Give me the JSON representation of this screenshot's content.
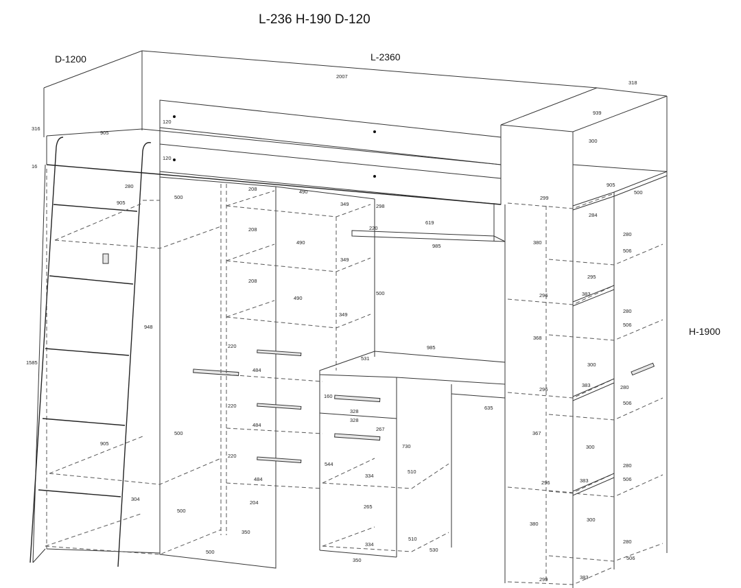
{
  "header": {
    "title": "L-236 H-190 D-120",
    "depth_label": "D-1200",
    "length_label": "L-2360",
    "height_label": "H-1900"
  },
  "dimensions": {
    "d2007": "2007",
    "d318": "318",
    "d939": "939",
    "d316": "316",
    "d16": "16",
    "d905a": "905",
    "d120a": "120",
    "d120b": "120",
    "d300top": "300",
    "d280a": "280",
    "d905b": "905",
    "d500a": "500",
    "d208a": "208",
    "d490a": "490",
    "d349a": "349",
    "d298": "298",
    "d208b": "208",
    "d220a": "220",
    "d619": "619",
    "d985a": "985",
    "d299a": "299",
    "d905c": "905",
    "d500b": "500",
    "d284": "284",
    "d490b": "490",
    "d349b": "349",
    "d380a": "380",
    "d280b": "280",
    "d506a": "506",
    "d208c": "208",
    "d295": "295",
    "d490c": "490",
    "d500c": "500",
    "d296a": "296",
    "d383a": "383",
    "d349c": "349",
    "d280c": "280",
    "d948": "948",
    "d506b": "506",
    "d368": "368",
    "d220b": "220",
    "d985b": "985",
    "d531": "531",
    "d1585": "1585",
    "d484a": "484",
    "d300mid": "300",
    "d296b": "296",
    "d383b": "383",
    "d280d": "280",
    "d160": "160",
    "d506c": "506",
    "d220c": "220",
    "d328a": "328",
    "d635": "635",
    "d328b": "328",
    "d484b": "484",
    "d267": "267",
    "d367": "367",
    "d500d": "500",
    "d905d": "905",
    "d730": "730",
    "d300low": "300",
    "d220d": "220",
    "d544": "544",
    "d280e": "280",
    "d334a": "334",
    "d510a": "510",
    "d506d": "506",
    "d484c": "484",
    "d296c": "296",
    "d383c": "383",
    "d304": "304",
    "d204": "204",
    "d265": "265",
    "d500e": "500",
    "d300bot": "300",
    "d380b": "380",
    "d350a": "350",
    "d510b": "510",
    "d334b": "334",
    "d280f": "280",
    "d500f": "500",
    "d530": "530",
    "d506e": "506",
    "d350b": "350",
    "d383d": "383",
    "d299b": "299"
  }
}
